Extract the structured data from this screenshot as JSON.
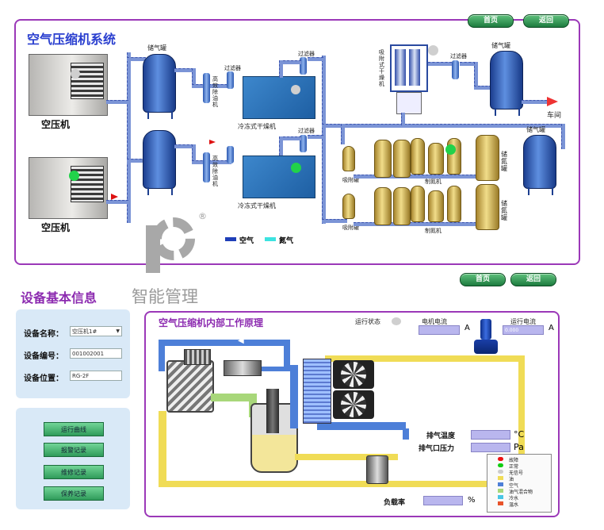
{
  "top_nav": {
    "home_label": "首页",
    "back_label": "返回"
  },
  "system": {
    "title": "空气压缩机系统",
    "compressor_label": "空压机",
    "compressor_label_2": "空压机",
    "tank_label": "储气罐",
    "tank_label_2": "储气罐",
    "tank_label_3": "储气罐",
    "filter_label": "过滤器",
    "degreaser_label": "高效除油机",
    "dryer_label": "冷冻式干燥机",
    "dryer_label_2": "冷冻式干燥机",
    "adsorption_label": "吸附式干燥机",
    "adsorb_tank_label": "吸附罐",
    "nitrogen_label": "制氮机",
    "nitrogen_tank_label": "储氮罐",
    "workshop_label": "车间",
    "legend_air": "空气",
    "legend_nitrogen": "氮气",
    "colors": {
      "air": "#1f3fb8",
      "nitrogen": "#3de3e0",
      "panel_border": "#9b38b8",
      "running": "#21d24a",
      "stopped": "#c8c8c8"
    }
  },
  "device_info": {
    "title": "设备基本信息",
    "watermark_text": "智能管理",
    "name_label": "设备名称：",
    "name_value": "空压机1#",
    "id_label": "设备编号：",
    "id_value": "001002001",
    "location_label": "设备位置：",
    "location_value": "RG-2F",
    "buttons": [
      "运行曲线",
      "报警记录",
      "维修记录",
      "保养记录"
    ]
  },
  "principle": {
    "title": "空气压缩机内部工作原理",
    "run_status_label": "运行状态",
    "motor_current_label": "电机电流",
    "motor_current_unit": "A",
    "fan_current_label": "运行电流",
    "fan_current_value": "0.000",
    "fan_current_unit": "A",
    "exhaust_temp_label": "排气温度",
    "exhaust_temp_unit": "°C",
    "exhaust_pressure_label": "排气口压力",
    "exhaust_pressure_unit": "Pa",
    "load_rate_label": "负载率",
    "load_rate_unit": "%",
    "legend": [
      {
        "label": "故障",
        "color": "#e11"
      },
      {
        "label": "正常",
        "color": "#1c1"
      },
      {
        "label": "无信号",
        "color": "#ccc"
      },
      {
        "label": "油",
        "color": "#f0dc56"
      },
      {
        "label": "空气",
        "color": "#4d7fd8"
      },
      {
        "label": "油气混合物",
        "color": "#a8d77a"
      },
      {
        "label": "冷水",
        "color": "#49c6e5"
      },
      {
        "label": "温水",
        "color": "#e8532a"
      }
    ]
  }
}
